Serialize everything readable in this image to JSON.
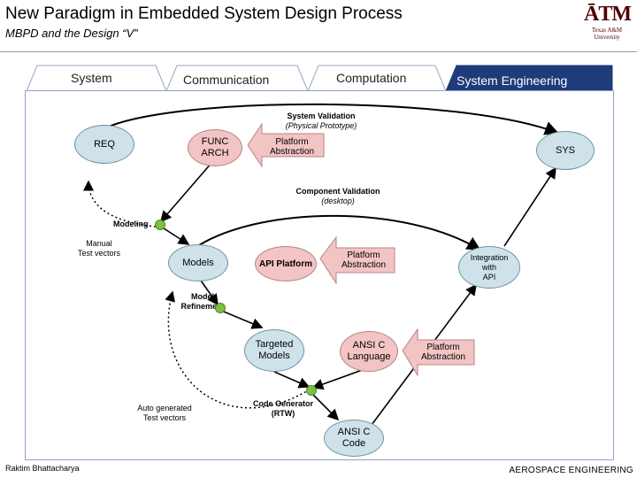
{
  "header": {
    "title": "New Paradigm in Embedded System Design Process",
    "subtitle": "MBPD and the Design “V”",
    "logo_mark": "ĀTM",
    "logo_line1": "Texas A&M",
    "logo_line2": "University"
  },
  "tabs": [
    {
      "label": "System"
    },
    {
      "label": "Communication"
    },
    {
      "label": "Computation"
    },
    {
      "label": "System Engineering",
      "active": true
    }
  ],
  "colors": {
    "active_tab": "#1f3c7a",
    "node_blue": "#cfe2ea",
    "node_pink": "#f3c4c4",
    "junction": "#7cc043"
  },
  "diagram": {
    "nodes": {
      "req": "REQ",
      "func_arch_1": "FUNC",
      "func_arch_2": "ARCH",
      "sys": "SYS",
      "models": "Models",
      "api_platform": "API Platform",
      "integration_1": "Integration",
      "integration_2": "with",
      "integration_3": "API",
      "targeted_1": "Targeted",
      "targeted_2": "Models",
      "ansi_lang_1": "ANSI C",
      "ansi_lang_2": "Language",
      "ansi_code_1": "ANSI C",
      "ansi_code_2": "Code"
    },
    "arrows": {
      "pa1_1": "Platform",
      "pa1_2": "Abstraction",
      "pa2_1": "Platform",
      "pa2_2": "Abstraction",
      "pa3_1": "Platform",
      "pa3_2": "Abstraction"
    },
    "labels": {
      "sysval_1": "System Validation",
      "sysval_2": "(Physical Prototype)",
      "compval_1": "Component Validation",
      "compval_2": "(desktop)",
      "modeling": "Modeling",
      "manual_1": "Manual",
      "manual_2": "Test vectors",
      "refine_1": "Model",
      "refine_2": "Refinement",
      "codegen_1": "Code Generator",
      "codegen_2": "(RTW)",
      "auto_1": "Auto generated",
      "auto_2": "Test vectors"
    }
  },
  "footer": {
    "author": "Raktim Bhattacharya",
    "dept": "AEROSPACE ENGINEERING"
  }
}
